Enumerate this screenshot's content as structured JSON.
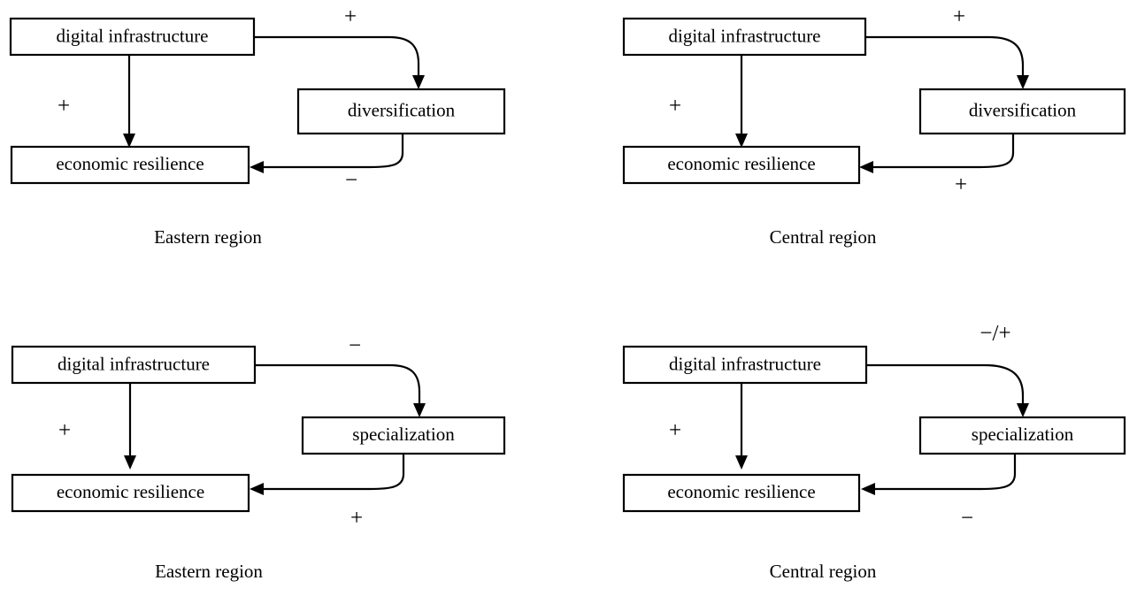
{
  "figure": {
    "background_color": "#ffffff",
    "line_color": "#000000",
    "text_color": "#000000",
    "panel_count": 4
  },
  "panels": [
    {
      "id": "top-left",
      "caption": "Eastern region",
      "nodes": {
        "source": "digital infrastructure",
        "mediator": "diversification",
        "outcome": "economic resilience"
      },
      "signs": {
        "direct": "+",
        "source_to_mediator": "+",
        "mediator_to_outcome": "−"
      }
    },
    {
      "id": "top-right",
      "caption": "Central region",
      "nodes": {
        "source": "digital infrastructure",
        "mediator": "diversification",
        "outcome": "economic resilience"
      },
      "signs": {
        "direct": "+",
        "source_to_mediator": "+",
        "mediator_to_outcome": "+"
      }
    },
    {
      "id": "bottom-left",
      "caption": "Eastern region",
      "nodes": {
        "source": "digital infrastructure",
        "mediator": "specialization",
        "outcome": "economic resilience"
      },
      "signs": {
        "direct": "+",
        "source_to_mediator": "−",
        "mediator_to_outcome": "+"
      }
    },
    {
      "id": "bottom-right",
      "caption": "Central region",
      "nodes": {
        "source": "digital infrastructure",
        "mediator": "specialization",
        "outcome": "economic resilience"
      },
      "signs": {
        "direct": "+",
        "source_to_mediator": "−/+",
        "mediator_to_outcome": "−"
      }
    }
  ]
}
